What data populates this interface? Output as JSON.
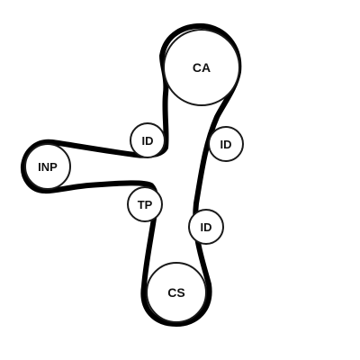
{
  "colors": {
    "belt": "#000000",
    "pulley_stroke": "#1a1a1a",
    "pulley_fill": "#ffffff",
    "background": "#ffffff"
  },
  "pulleys": {
    "ca": "CA",
    "id_upper_left": "ID",
    "id_upper_right": "ID",
    "inp": "INP",
    "tp": "TP",
    "id_lower_right": "ID",
    "cs": "CS"
  }
}
